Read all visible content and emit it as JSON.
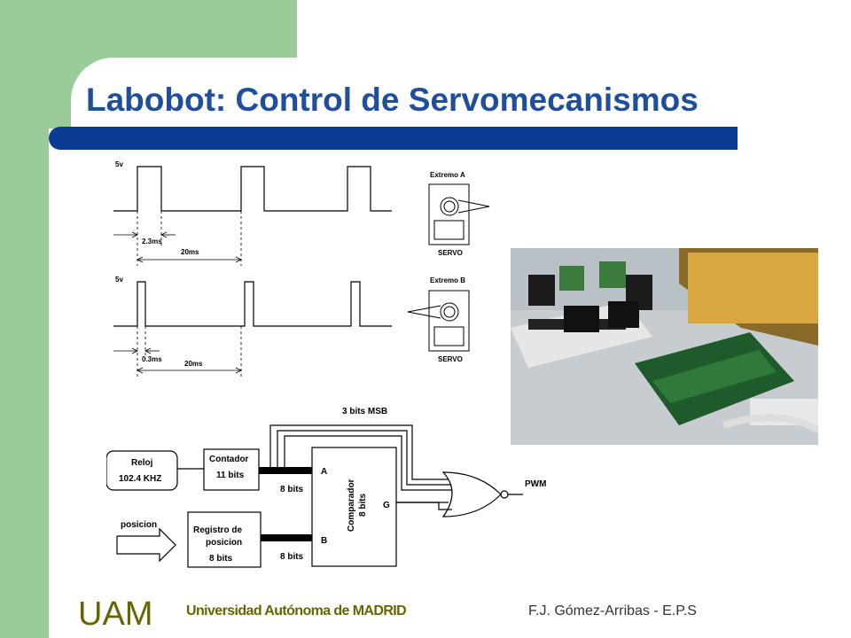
{
  "slide": {
    "title": "Labobot: Control de Servomecanismos"
  },
  "timing": {
    "top": {
      "voltage": "5v",
      "pulse": "2.3ms",
      "period": "20ms",
      "servo_label": "Extremo A",
      "servo": "SERVO"
    },
    "bottom": {
      "voltage": "5v",
      "pulse": "0.3ms",
      "period": "20ms",
      "servo_label": "Extremo B",
      "servo": "SERVO"
    }
  },
  "block_diagram": {
    "clock_line1": "Reloj",
    "clock_line2": "102.4 KHZ",
    "counter_line1": "Contador",
    "counter_line2": "11 bits",
    "register_line1": "Registro de",
    "register_line2": "posicion",
    "register_line3": "8 bits",
    "input_label": "posicion",
    "bus_a": "8 bits",
    "bus_b": "8 bits",
    "msb_label": "3 bits MSB",
    "comparator_line1": "Comparador",
    "comparator_line2": "8 bits",
    "port_a": "A",
    "port_b": "B",
    "port_g": "G",
    "output": "PWM"
  },
  "footer": {
    "university": "Universidad Autónoma de MADRID",
    "author": "F.J. Gómez-Arribas - E.P.S",
    "logo_text": "UAM"
  },
  "colors": {
    "title": "#1f4e9c",
    "title_bar": "#0a3d91",
    "side_band": "#99cc99",
    "university": "#666600"
  }
}
